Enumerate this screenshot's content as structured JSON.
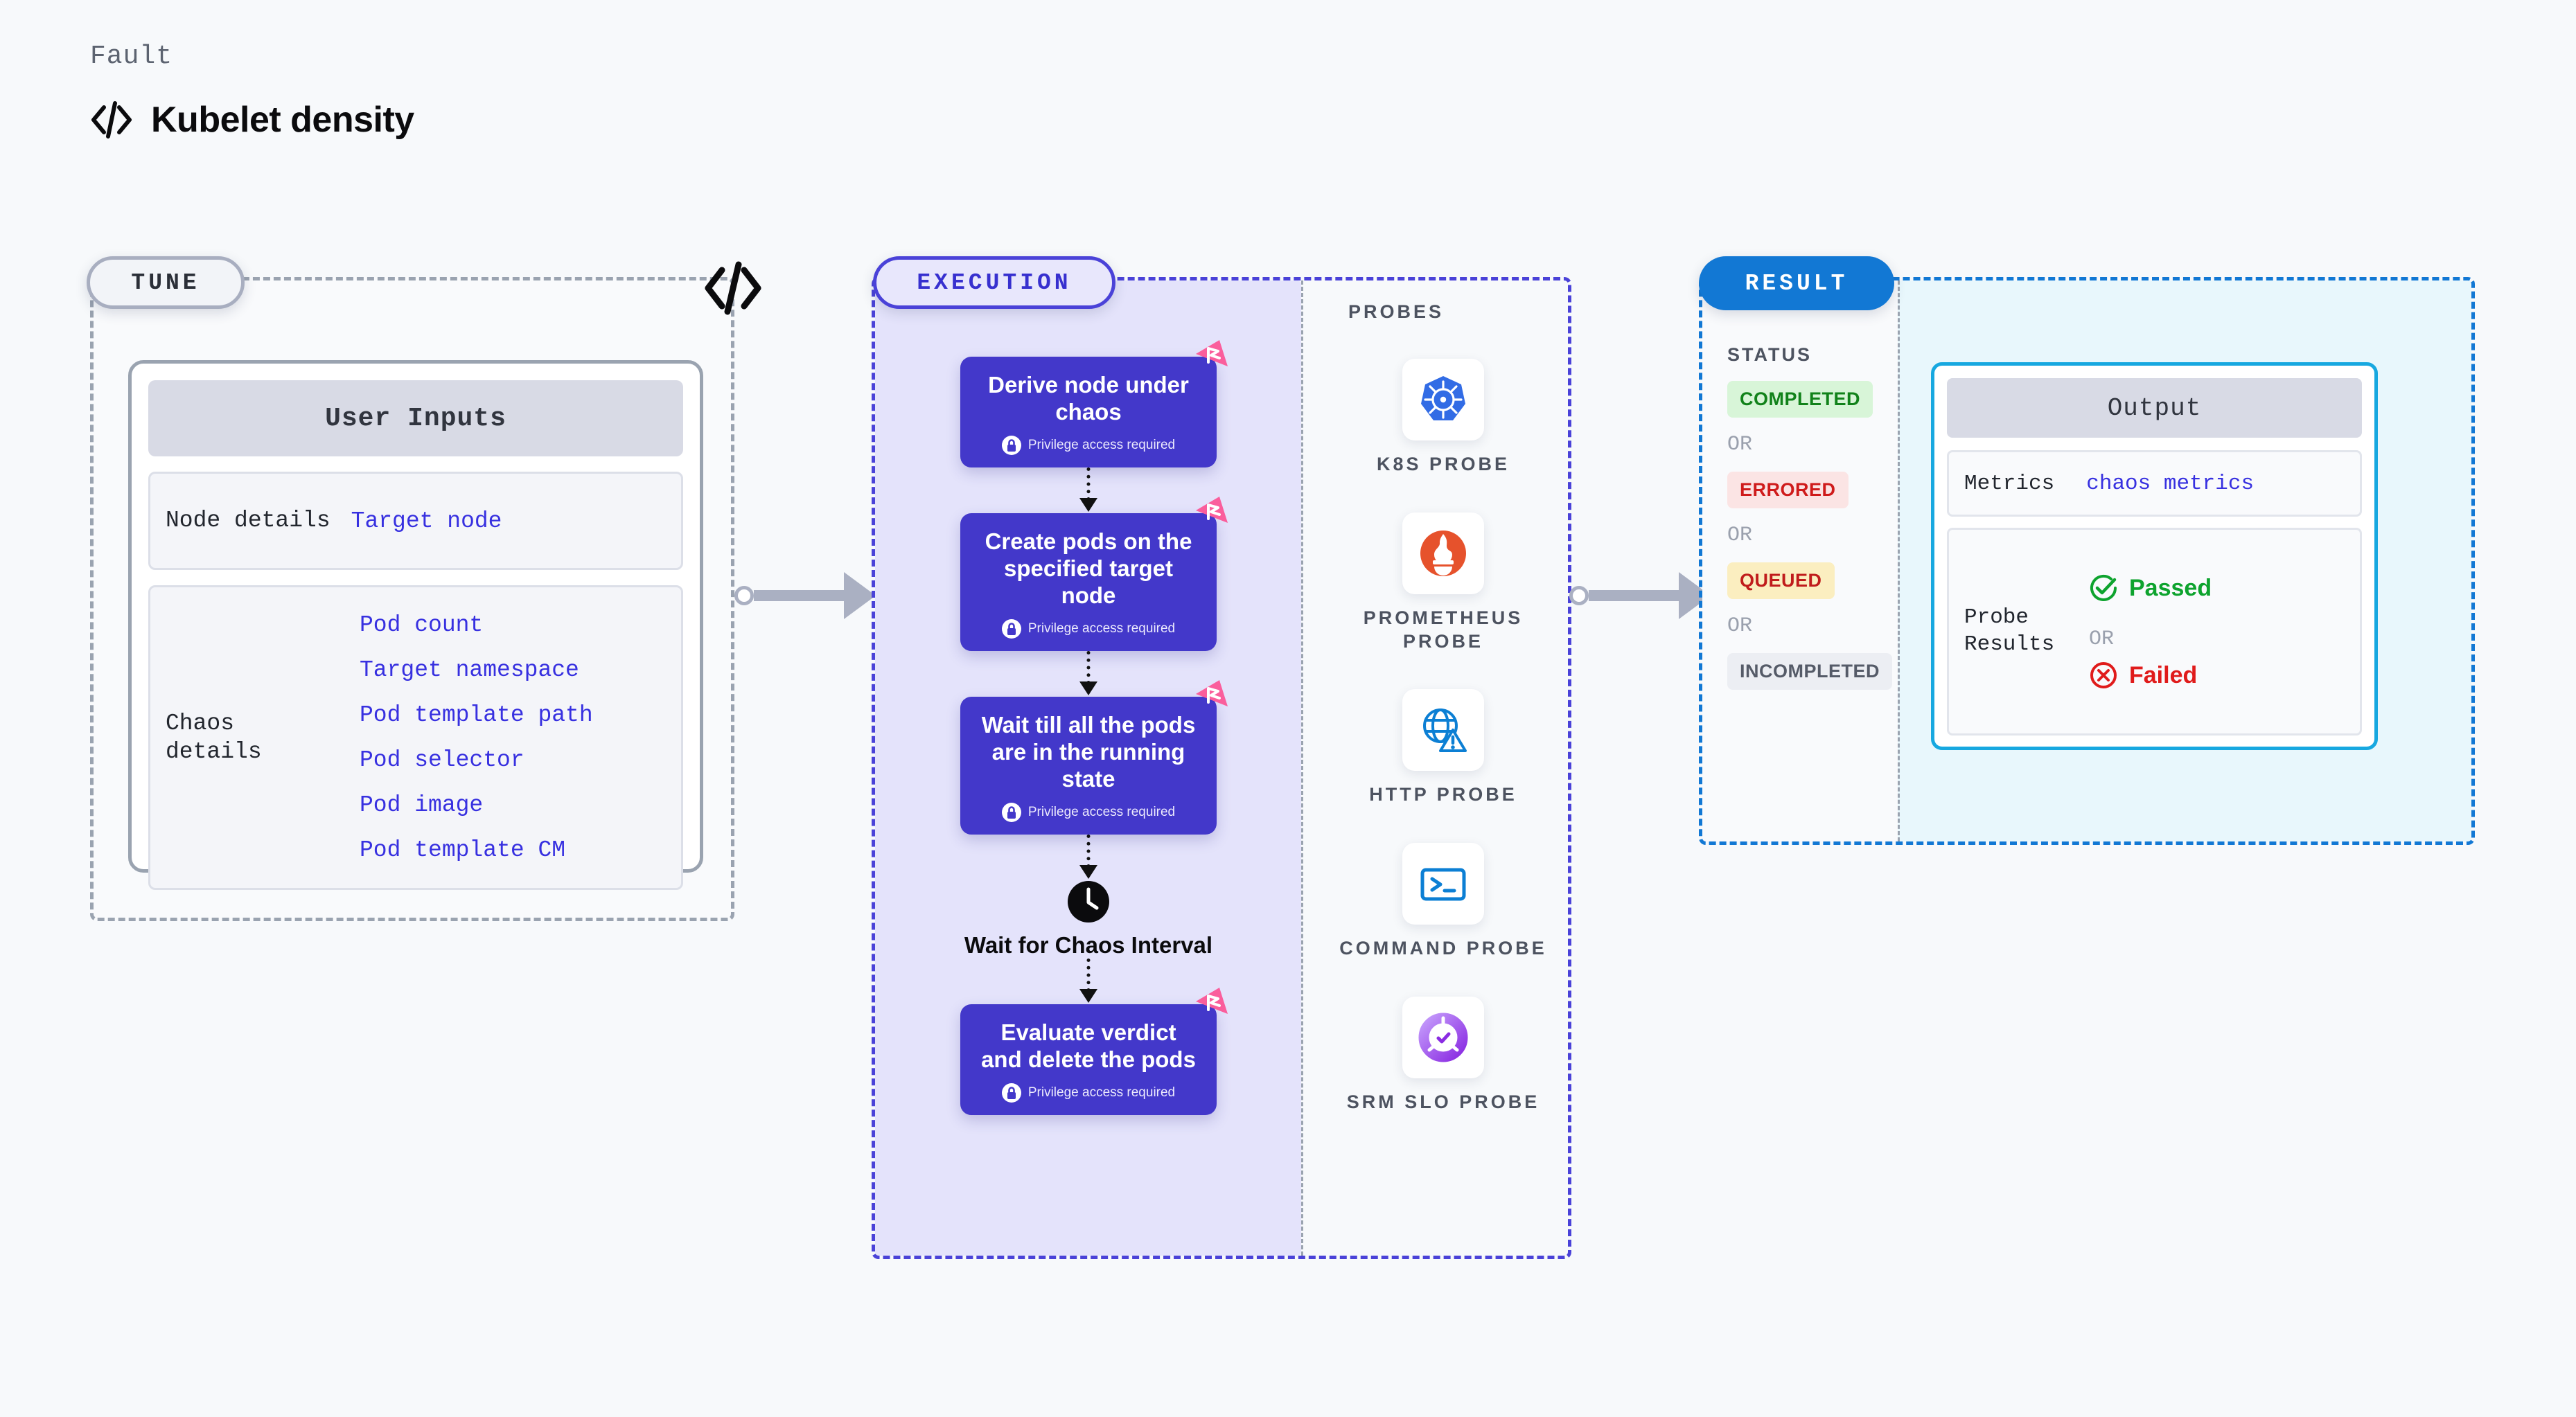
{
  "header": {
    "eyebrow": "Fault",
    "title": "Kubelet density",
    "code_icon": "code-brackets-icon"
  },
  "tune": {
    "badge": "TUNE",
    "card_title": "User Inputs",
    "rows": [
      {
        "key": "Node details",
        "values": [
          "Target node"
        ]
      },
      {
        "key": "Chaos details",
        "values": [
          "Pod count",
          "Target namespace",
          "Pod template path",
          "Pod selector",
          "Pod image",
          "Pod template CM"
        ]
      }
    ]
  },
  "execution": {
    "badge": "EXECUTION",
    "privilege_note": "Privilege access required",
    "steps": [
      {
        "title": "Derive node under chaos",
        "privileged": true,
        "chaos_flag": true
      },
      {
        "title": "Create pods on the specified target node",
        "privileged": true,
        "chaos_flag": true
      },
      {
        "title": "Wait till all the pods are in the running state",
        "privileged": true,
        "chaos_flag": true
      }
    ],
    "wait": {
      "icon": "clock-icon",
      "label": "Wait for Chaos Interval"
    },
    "final_step": {
      "title": "Evaluate verdict and delete the pods",
      "privileged": true,
      "chaos_flag": true
    }
  },
  "probes": {
    "title": "PROBES",
    "items": [
      {
        "label": "K8S PROBE",
        "icon": "kubernetes-helm-icon"
      },
      {
        "label": "PROMETHEUS PROBE",
        "icon": "prometheus-torch-icon"
      },
      {
        "label": "HTTP PROBE",
        "icon": "globe-alert-icon"
      },
      {
        "label": "COMMAND PROBE",
        "icon": "terminal-icon"
      },
      {
        "label": "SRM SLO PROBE",
        "icon": "slo-donut-check-icon"
      }
    ]
  },
  "result": {
    "badge": "RESULT",
    "status_title": "STATUS",
    "or_text": "OR",
    "statuses": [
      {
        "label": "COMPLETED",
        "bg": "#d8f5d8",
        "fg": "#11821a"
      },
      {
        "label": "ERRORED",
        "bg": "#fbe4e4",
        "fg": "#cf1b1b"
      },
      {
        "label": "QUEUED",
        "bg": "#fbeec0",
        "fg": "#c01c1c"
      },
      {
        "label": "INCOMPLETED",
        "bg": "#eceef3",
        "fg": "#555b68"
      }
    ],
    "output": {
      "title": "Output",
      "metrics_key": "Metrics",
      "metrics_value": "chaos metrics",
      "probe_results_key": "Probe Results",
      "passed": "Passed",
      "failed": "Failed",
      "or_text": "OR"
    }
  },
  "colors": {
    "indigo": "#4338ca",
    "indigo_border": "#4a42d8",
    "result_blue": "#1278d4",
    "cyan_border": "#17a8e0",
    "pink_flag": "#fa5e9c",
    "gray_dash": "#9aa3b0",
    "link_blue": "#3730e0"
  }
}
